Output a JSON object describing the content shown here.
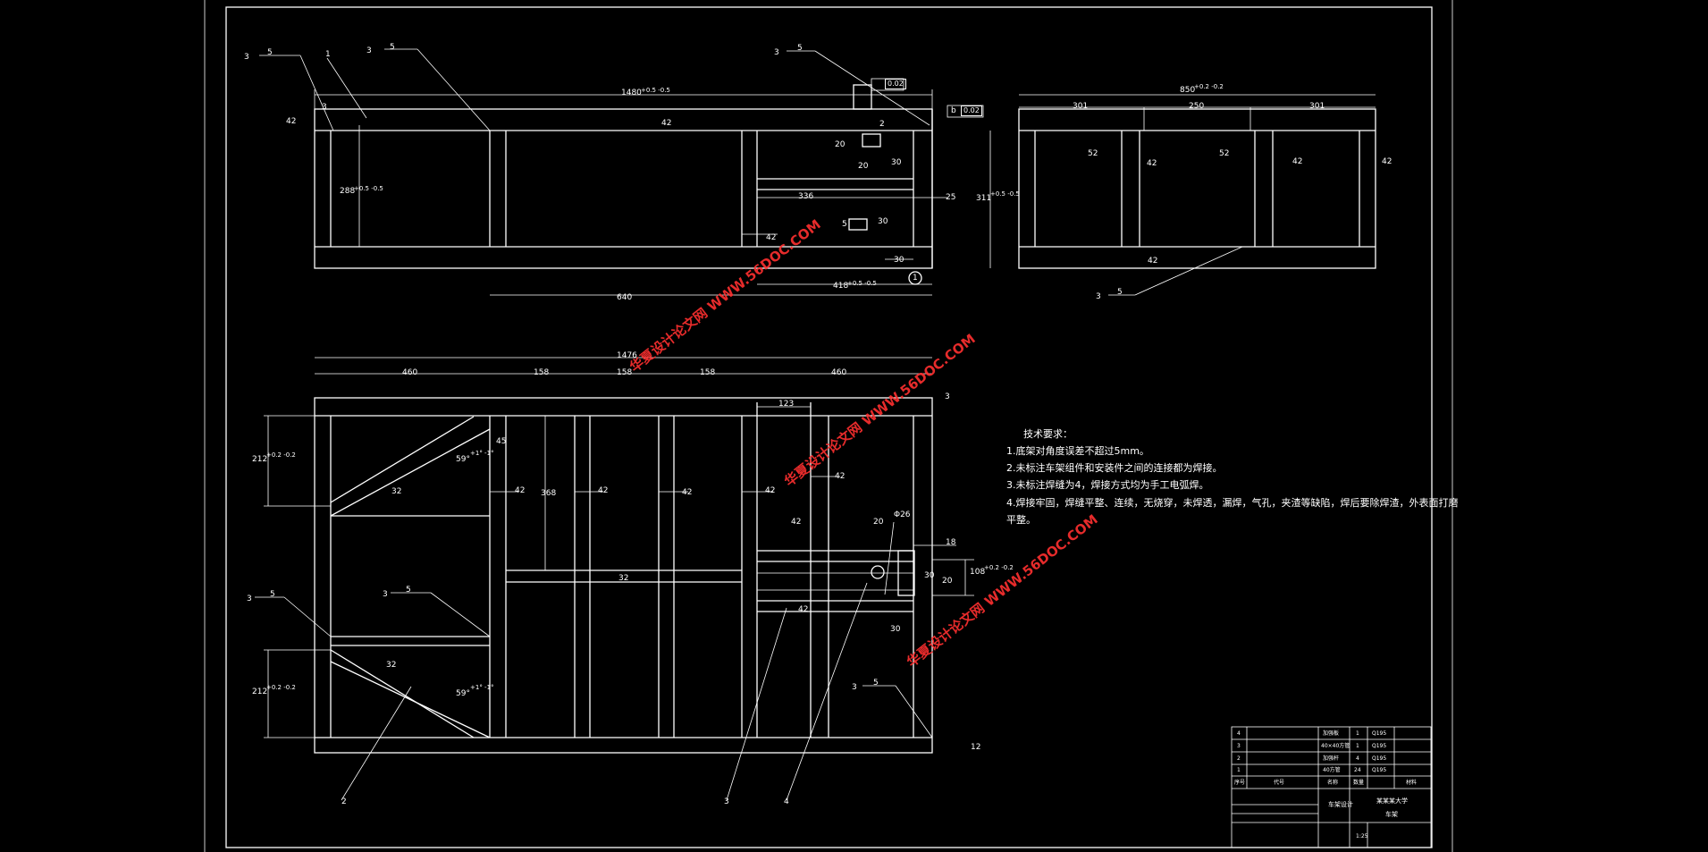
{
  "notes": {
    "title": "技术要求：",
    "lines": [
      "1.底架对角度误差不超过5mm。",
      "2.未标注车架组件和安装件之间的连接都为焊接。",
      "3.未标注焊缝为4，焊接方式均为手工电弧焊。",
      "4.焊接牢固，焊缝平整、连续，无烧穿，未焊透，漏焊，气孔，夹渣等缺陷，焊后要除焊渣，外表面打磨",
      "平整。"
    ]
  },
  "watermark": "华夏设计论文网 WWW.56DOC.COM",
  "dims_top": {
    "len": "1480",
    "len_tol": "+0.5 -0.5",
    "h1": "288",
    "h1_tol": "+0.5 -0.5",
    "h2": "311",
    "h2_tol": "+0.5 -0.5",
    "d42": "42",
    "d3": "3",
    "d25": "25",
    "d336": "336",
    "d640": "640",
    "d418": "418",
    "d418_tol": "+0.5 -0.5",
    "d20": "20",
    "d30": "30",
    "d2": "2",
    "d5": "5",
    "tol_flat": "0.02",
    "tol_par": "0.02",
    "datum": "b",
    "circle": "1"
  },
  "dims_side": {
    "width": "850",
    "width_tol": "+0.2 -0.2",
    "a": "301",
    "b": "250",
    "c": "301",
    "d52": "52",
    "d42": "42"
  },
  "dims_plan": {
    "total": "1476",
    "seg": [
      "460",
      "158",
      "158",
      "158",
      "460"
    ],
    "h212a": "212",
    "h212a_tol": "+0.2 -0.2",
    "h212b": "212",
    "h212b_tol": "+0.2 -0.2",
    "ang1": "59°",
    "ang1_tol": "+1° -1°",
    "ang2": "59°",
    "ang2_tol": "+1° -1°",
    "d45": "45",
    "d32": "32",
    "d368": "368",
    "d42": "42",
    "d123": "123",
    "d26": "Φ26",
    "d20": "20",
    "d18": "18",
    "d30": "30",
    "d108": "108",
    "d108_tol": "+0.2 -0.2",
    "d3": "3",
    "d12": "12"
  },
  "welds": {
    "weld": "5",
    "weld_ref": "3"
  },
  "callouts": [
    "1",
    "2",
    "3",
    "4"
  ],
  "title_block": {
    "rows": [
      {
        "no": "4",
        "name": "加强板",
        "qty": "1",
        "mat": "Q195"
      },
      {
        "no": "3",
        "name": "40×40方管",
        "qty": "1",
        "mat": "Q195"
      },
      {
        "no": "2",
        "name": "加强杆",
        "qty": "4",
        "mat": "Q195"
      },
      {
        "no": "1",
        "name": "40方管",
        "qty": "24",
        "mat": "Q195"
      }
    ],
    "header": {
      "no": "序号",
      "code": "代号",
      "name": "名称",
      "qty": "数量",
      "mat": "材料"
    },
    "design": "车架设计",
    "school": "某某某大学",
    "part": "车架",
    "scale": "1:25"
  }
}
